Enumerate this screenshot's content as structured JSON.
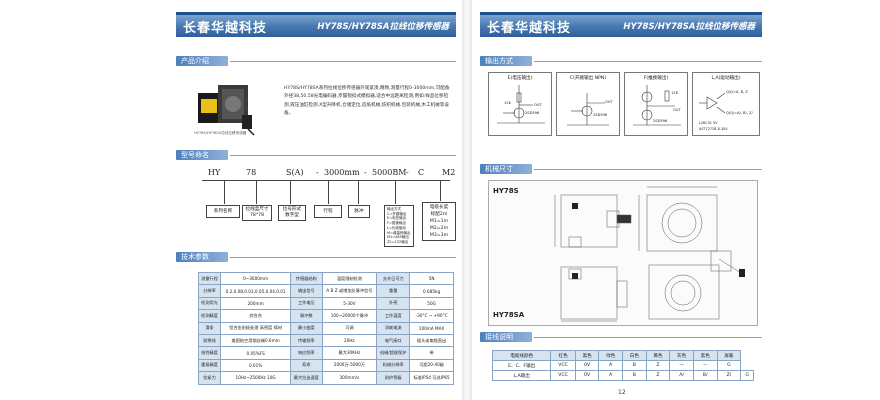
{
  "left": {
    "brand": "长春华越科技",
    "model_title": "HY78S/HY78SA拉线位移传感器",
    "sec_intro": "产品介绍",
    "img_caption": "HY78S/HY78SA拉线位移传感器",
    "intro_text": "HY78S/HY78SA系列拉线位移传感器外观紧凑,精致,测量行程0-3000mm,可配备外径38,50,58光电编码器,步履锁扣式模拟器,适合中远距离检测,例如:样品位移检测,液压油缸检测,X型升降机,仓储定位,造纸机械,纺织机械,包装机械,木工机械等设备。",
    "sec_model": "型号命名",
    "model_parts": [
      "HY",
      "78",
      "S(A)",
      "-",
      "3000mm",
      "-",
      "5000BM",
      "-",
      "C",
      "M2"
    ],
    "boxes": [
      {
        "text": "系列名称"
      },
      {
        "text": "拉线盒尺寸\n78*78"
      },
      {
        "text": "拉号形式\n数字型"
      },
      {
        "text": "行程"
      },
      {
        "text": "脉冲"
      },
      {
        "text": "输出方式\nC=开路输出\nE=电压输出\nF=推挽输出\nL=长线驱动\nM=增量码输出\nM1=485输出\nZ2=232输出"
      },
      {
        "text": "电缆长度\n标配2m\nM1=1m\nM2=2m\nM3=3m"
      }
    ],
    "sec_spec": "技术参数",
    "spec_rows": [
      [
        "测量行程",
        "0~3000mm",
        "传感器结构",
        "温度限制检测",
        "允许日可力",
        "5N"
      ],
      [
        "分辨率",
        "0.2,0.08,0.03,0.05,0.04,0.01",
        "输出信号",
        "A B Z 或增加反脉冲信号",
        "重量",
        "0.685kg"
      ],
      [
        "检测用光",
        "200mm",
        "工作电压",
        "5-30V",
        "外壳",
        "50G"
      ],
      [
        "检测精度",
        "综合合",
        "脉冲数",
        "100~20000个脉冲",
        "工作温度",
        "-30°C ~ +90°C"
      ],
      [
        "滑条",
        "铝合金阳极处理 高密度 铸材",
        "最小曲度",
        "可调",
        "消耗电流",
        "100mA MAX"
      ],
      [
        "耐寒线",
        "美国航空用钢丝绳0.6mm",
        "传输频率",
        "20Hz",
        "电气接口",
        "插头或电缆直出"
      ],
      [
        "线性精度",
        "0.05%FS",
        "响应频率",
        "最大30KHz",
        "机械/超规保护",
        "带"
      ],
      [
        "重复精度",
        "0.01%",
        "寿命",
        "2000万-5000万",
        "机械分辨率",
        "可超20-40级"
      ],
      [
        "拉紧力",
        "10Hz~2500Hz 10G",
        "最大拉出速度",
        "300mm/s",
        "耐护等级",
        "标准IP54 可选IP65"
      ]
    ]
  },
  "right": {
    "brand": "长春华越科技",
    "model_title": "HY78S/HY78SA拉线位移传感器",
    "sec_output": "输出方式",
    "circuits": [
      {
        "title": "E(电压输出)"
      },
      {
        "title": "C(开路输出 NPN)"
      },
      {
        "title": "F(推挽输出)"
      },
      {
        "title": "L,A(驱动输出)"
      }
    ],
    "circuit_labels": {
      "e_v": "12K",
      "e_t": "2SD596",
      "e_out": "OUT",
      "c_t": "2SD596",
      "c_out": "OUT",
      "f_r": "12K",
      "f_t": "2SD596",
      "f_out": "OUT",
      "l_q": "Q/Q=A, B, Z",
      "l_q2": "Q/Q/=A/, B/, Z/",
      "l_ic": "L26C31    5V",
      "l_ic2": "AST7272B   8-30V"
    },
    "sec_mech": "机械尺寸",
    "label_s": "HY78S",
    "label_sa": "HY78SA",
    "sec_wire": "接线说明",
    "wire_rows": [
      [
        "电缆线颜色",
        "红色",
        "黑色",
        "绿色",
        "白色",
        "黄色",
        "灰色",
        "黑色",
        "屏蔽"
      ],
      [
        "E、C、F输出",
        "VCC",
        "0V",
        "A",
        "B",
        "Z",
        "—",
        "—",
        "G"
      ],
      [
        "L,A输出",
        "VCC",
        "0V",
        "A",
        "B",
        "Z",
        "A/",
        "B/",
        "Z/",
        "G"
      ]
    ],
    "page_num": "12"
  }
}
